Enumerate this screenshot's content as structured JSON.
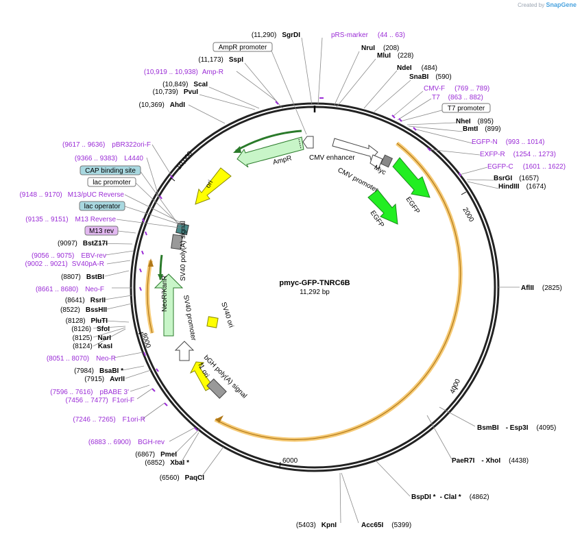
{
  "watermark": {
    "prefix": "Created by",
    "brand": "SnapGene"
  },
  "plasmid": {
    "name": "pmyc-GFP-TNRC6B",
    "size": "11,292 bp"
  },
  "ticks": [
    "2000",
    "4000",
    "6000",
    "8000",
    "10,000"
  ],
  "sites": [
    {
      "name": "SgrDI",
      "pos": "(11,290)"
    },
    {
      "name": "SspI",
      "pos": "(11,173)"
    },
    {
      "name": "ScaI",
      "pos": "(10,849)"
    },
    {
      "name": "PvuI",
      "pos": "(10,739)"
    },
    {
      "name": "AhdI",
      "pos": "(10,369)"
    },
    {
      "name": "NruI",
      "pos": "(208)"
    },
    {
      "name": "MluI",
      "pos": "(228)"
    },
    {
      "name": "NdeI",
      "pos": "(484)"
    },
    {
      "name": "SnaBI",
      "pos": "(590)"
    },
    {
      "name": "NheI",
      "pos": "(895)"
    },
    {
      "name": "BmtI",
      "pos": "(899)"
    },
    {
      "name": "BsrGI",
      "pos": "(1657)"
    },
    {
      "name": "HindIII",
      "pos": "(1674)"
    },
    {
      "name": "AflII",
      "pos": "(2825)"
    },
    {
      "name": "BsmBI",
      "name2": "Esp3I",
      "pos": "(4095)"
    },
    {
      "name": "PaeR7I",
      "name2": "XhoI",
      "pos": "(4438)"
    },
    {
      "name": "BspDI *",
      "name2": "ClaI *",
      "pos": "(4862)"
    },
    {
      "name": "Acc65I",
      "pos": "(5399)"
    },
    {
      "name": "KpnI",
      "pos": "(5403)"
    },
    {
      "name": "PaqCI",
      "pos": "(6560)"
    },
    {
      "name": "XbaI *",
      "pos": "(6852)"
    },
    {
      "name": "PmeI",
      "pos": "(6867)"
    },
    {
      "name": "AvrII",
      "pos": "(7915)"
    },
    {
      "name": "BsaBI *",
      "pos": "(7984)"
    },
    {
      "name": "KasI",
      "pos": "(8124)"
    },
    {
      "name": "NarI",
      "pos": "(8125)"
    },
    {
      "name": "SfoI",
      "pos": "(8126)"
    },
    {
      "name": "PluTI",
      "pos": "(8128)"
    },
    {
      "name": "BssHII",
      "pos": "(8522)"
    },
    {
      "name": "RsrII",
      "pos": "(8641)"
    },
    {
      "name": "BstBI",
      "pos": "(8807)"
    },
    {
      "name": "BstZ17I",
      "pos": "(9097)"
    }
  ],
  "primers": [
    {
      "name": "pRS-marker",
      "pos": "(44 .. 63)"
    },
    {
      "name": "Amp-R",
      "pos": "(10,919 .. 10,938)"
    },
    {
      "name": "CMV-F",
      "pos": "(769 .. 789)"
    },
    {
      "name": "T7",
      "pos": "(863 .. 882)"
    },
    {
      "name": "EGFP-N",
      "pos": "(993 .. 1014)"
    },
    {
      "name": "EXFP-R",
      "pos": "(1254 .. 1273)"
    },
    {
      "name": "EGFP-C",
      "pos": "(1601 .. 1622)"
    },
    {
      "name": "pBR322ori-F",
      "pos": "(9617 .. 9636)"
    },
    {
      "name": "L4440",
      "pos": "(9366 .. 9383)"
    },
    {
      "name": "M13/pUC Reverse",
      "pos": "(9148 .. 9170)"
    },
    {
      "name": "M13 Reverse",
      "pos": "(9135 .. 9151)"
    },
    {
      "name": "EBV-rev",
      "pos": "(9056 .. 9075)"
    },
    {
      "name": "SV40pA-R",
      "pos": "(9002 .. 9021)"
    },
    {
      "name": "Neo-F",
      "pos": "(8661 .. 8680)"
    },
    {
      "name": "Neo-R",
      "pos": "(8051 .. 8070)"
    },
    {
      "name": "pBABE 3'",
      "pos": "(7596 .. 7616)"
    },
    {
      "name": "F1ori-F",
      "pos": "(7456 .. 7477)"
    },
    {
      "name": "F1ori-R",
      "pos": "(7246 .. 7265)"
    },
    {
      "name": "BGH-rev",
      "pos": "(6883 .. 6900)"
    }
  ],
  "boxed_features": {
    "ampr_promoter": "AmpR promoter",
    "t7_promoter": "T7 promoter",
    "cap_binding": "CAP binding site",
    "lac_promoter": "lac promoter",
    "lac_operator": "lac operator",
    "m13_rev": "M13 rev"
  },
  "features": {
    "ampr": "AmpR",
    "ori": "ori",
    "cmv_enhancer": "CMV enhancer",
    "cmv_promoter": "CMV promoter",
    "myc": "Myc",
    "egfp": "EGFP",
    "sv40_polya": "SV40 poly(A) signal",
    "neor": "NeoR/KanR",
    "sv40_promoter": "SV40 promoter",
    "sv40_ori": "SV40 ori",
    "f1_ori": "f1 ori",
    "bgh_polya": "bGH poly(A) signal"
  },
  "colors": {
    "site": "#000000",
    "primer": "#9a2bd6",
    "ampr_fill": "#c8f5c8",
    "egfp_fill": "#22ee22",
    "ori_fill": "#ffff00",
    "cds_border": "#2a7a2a",
    "orf_band": "#f2b33a",
    "aqua_box": "#a8d8e0",
    "lilac_box": "#e2b8f0"
  }
}
